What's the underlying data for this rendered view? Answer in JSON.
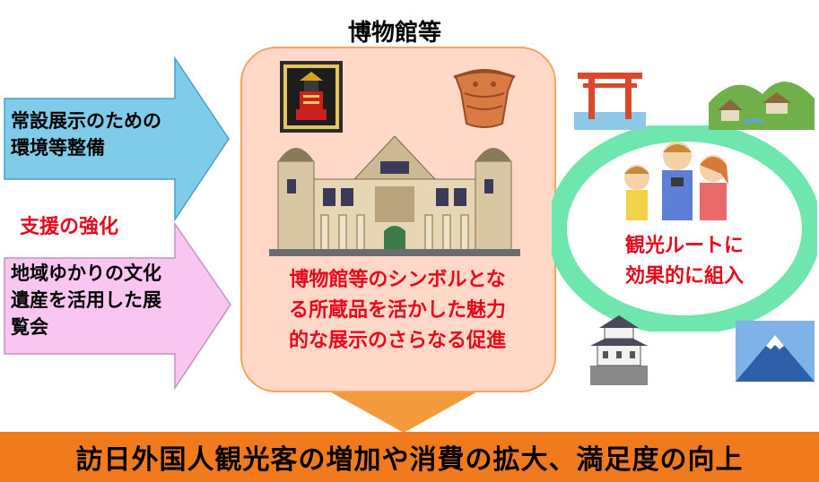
{
  "header": {
    "title": "博物館等"
  },
  "left": {
    "arrow1_lines": [
      "常設展示のための",
      "環境等整備"
    ],
    "support_label": "支援の強化",
    "arrow2_lines": [
      "地域ゆかりの文化",
      "遺産を活用した展",
      "覧会"
    ]
  },
  "center": {
    "description_lines": [
      "博物館等のシンボルとな",
      "る所蔵品を活かした魅力",
      "的な展示のさらなる促進"
    ]
  },
  "right": {
    "route_lines": [
      "観光ルートに",
      "効果的に組入"
    ]
  },
  "footer": {
    "result": "訪日外国人観光客の増加や消費の拡大、満足度の向上"
  },
  "colors": {
    "arrow1": "#7ecbea",
    "arrow2": "#f9c6f2",
    "museum_box": "#ffd8c8",
    "museum_border": "#f7a35c",
    "ring": "#6ee6ad",
    "down_arrow": "#f39a3d",
    "result_bar": "#f07a1c",
    "highlight_text": "#e8071b"
  }
}
